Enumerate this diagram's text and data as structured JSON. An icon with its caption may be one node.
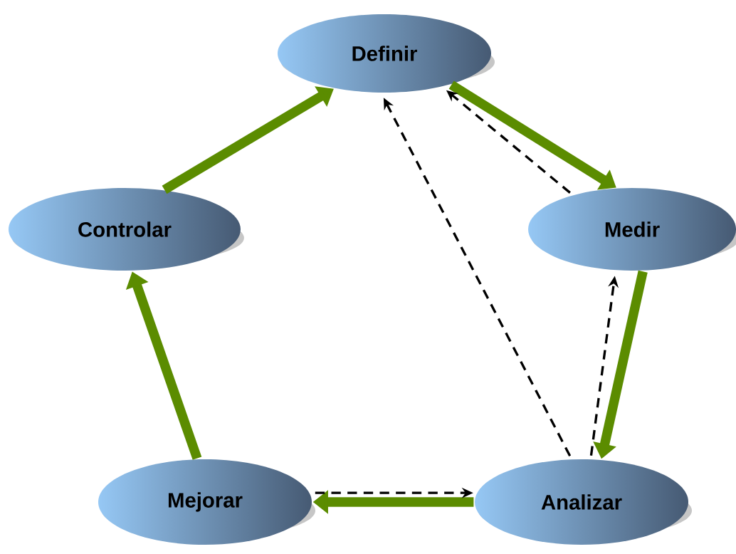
{
  "diagram": {
    "nodes": [
      {
        "text": [
          "Definir"
        ]
      },
      {
        "text": [
          "Medir"
        ]
      },
      {
        "text": [
          "Analizar"
        ]
      },
      {
        "text": [
          "Mejorar"
        ]
      },
      {
        "text": [
          "Controlar"
        ]
      }
    ],
    "edges": [
      {
        "from": 0,
        "to": 1,
        "arrow": "to"
      },
      {
        "from": 1,
        "to": 2,
        "arrow": "to"
      },
      {
        "from": 2,
        "to": 3,
        "arrow": "to"
      },
      {
        "from": 3,
        "to": 4,
        "arrow": "to"
      },
      {
        "from": 4,
        "to": 0,
        "arrow": "to"
      },
      {
        "from": 1,
        "to": 0,
        "arrow": "to",
        "style": "dashed",
        "color": "#000000"
      },
      {
        "from": 2,
        "to": 0,
        "arrow": "to",
        "style": "dashed",
        "color": "#000000"
      },
      {
        "from": 2,
        "to": 1,
        "arrow": "to",
        "style": "dashed",
        "color": "#000000"
      },
      {
        "from": 3,
        "to": 2,
        "arrow": "to",
        "style": "dashed",
        "color": "#000000"
      }
    ]
  }
}
